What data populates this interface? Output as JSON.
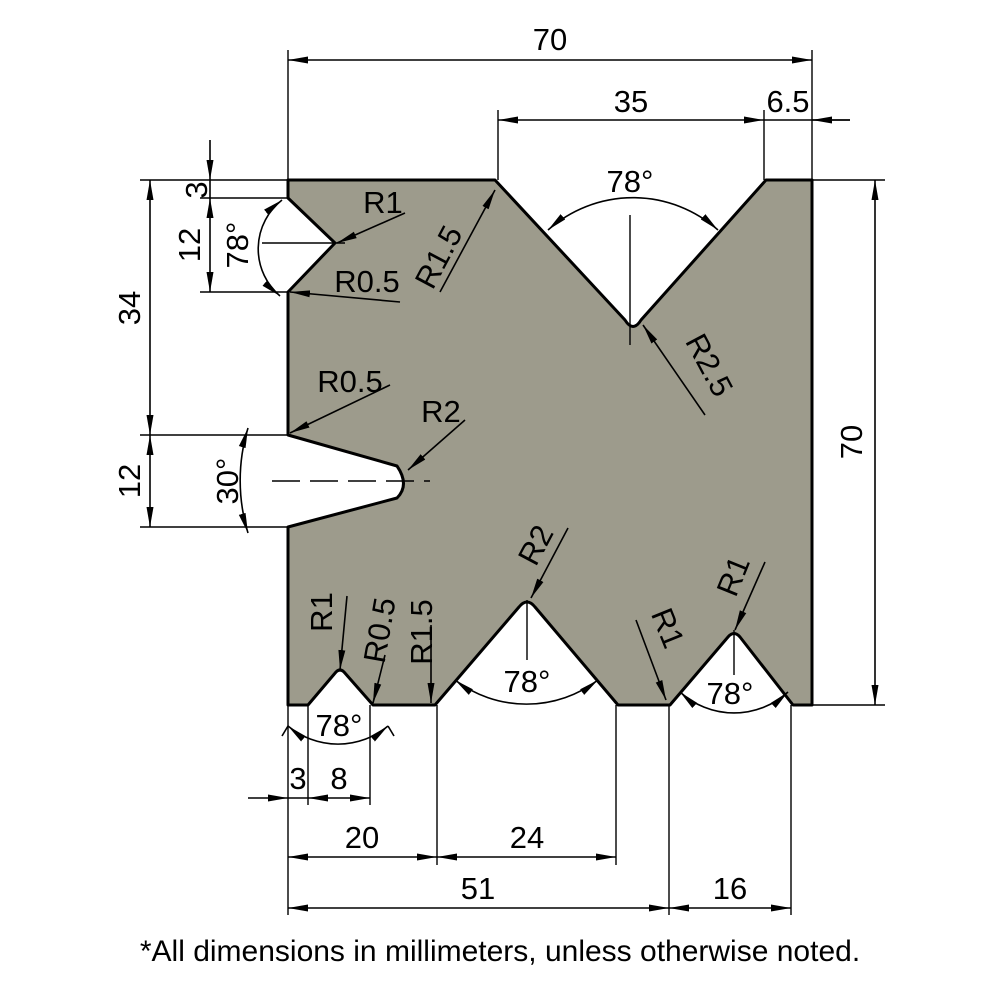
{
  "colors": {
    "part_fill": "#9d9b8c",
    "line": "#000000",
    "background": "#ffffff"
  },
  "dims": {
    "overall_width": "70",
    "top_v_width": "35",
    "top_right_offset": "6.5",
    "overall_height": "70",
    "notch_top_offset": "3",
    "notch_height": "12",
    "left_span": "34",
    "slot_height": "12",
    "bottom_offset_3": "3",
    "bottom_small_width": "8",
    "bottom_20": "20",
    "bottom_24": "24",
    "bottom_51": "51",
    "bottom_16": "16"
  },
  "angles": {
    "top_v": "78°",
    "left_notch": "78°",
    "slot": "30°",
    "bottom_mid": "78°",
    "bottom_right": "78°",
    "bottom_left": "78°"
  },
  "radii": {
    "left_notch_tip": "R1",
    "left_notch_edge": "R0.5",
    "top_corner": "R1.5",
    "top_v_bottom": "R2.5",
    "slot_edge": "R0.5",
    "slot_tip": "R2",
    "mid_v_top": "R2",
    "right_v_top": "R1",
    "right_v_edge": "R1",
    "small_v_top": "R1",
    "small_v_edge": "R0.5",
    "mid_v_edge": "R1.5"
  },
  "note": "*All dimensions in millimeters, unless otherwise noted."
}
